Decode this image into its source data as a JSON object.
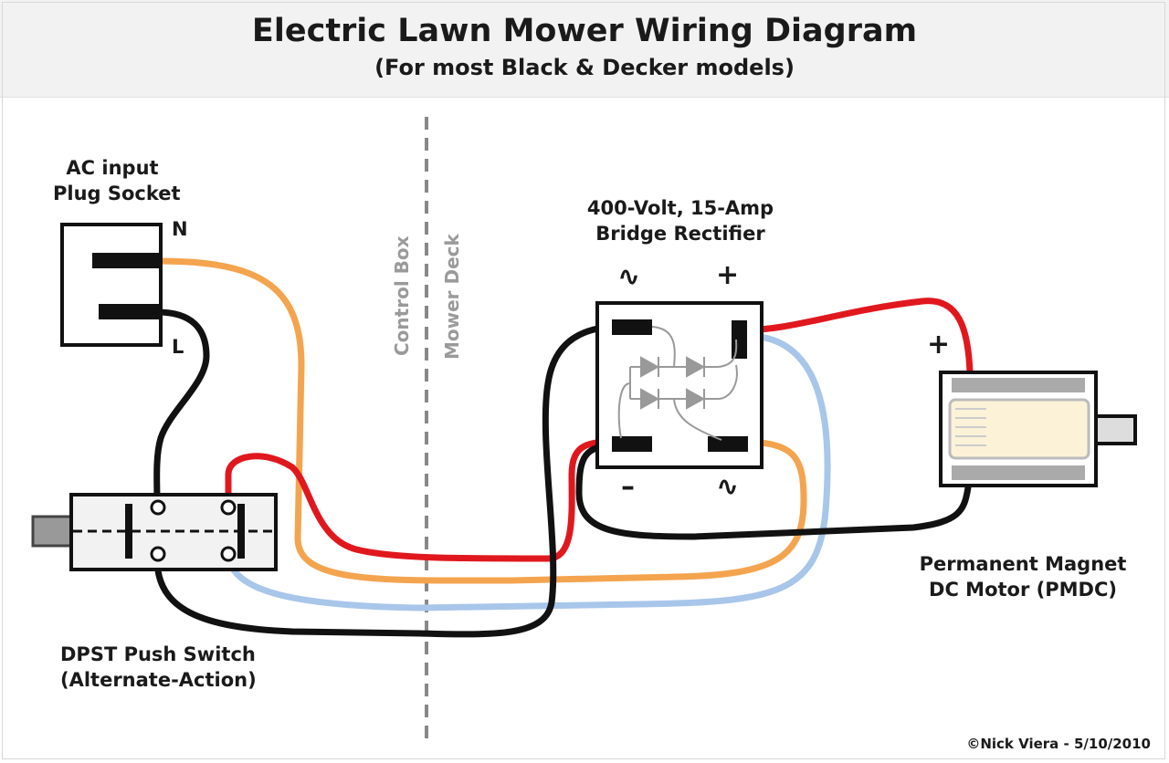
{
  "title": "Electric Lawn Mower Wiring Diagram",
  "subtitle": "(For most Black & Decker models)",
  "plug_socket": {
    "label_line1": "AC input",
    "label_line2": "Plug Socket",
    "terminal_n": "N",
    "terminal_l": "L"
  },
  "divider": {
    "left_label": "Control Box",
    "right_label": "Mower Deck"
  },
  "rectifier": {
    "label_line1": "400-Volt, 15-Amp",
    "label_line2": "Bridge Rectifier",
    "ac_symbol": "∿",
    "positive": "+",
    "negative": "–"
  },
  "motor": {
    "positive": "+",
    "label_line1": "Permanent Magnet",
    "label_line2": "DC Motor (PMDC)"
  },
  "switch": {
    "label_line1": "DPST Push Switch",
    "label_line2": "(Alternate-Action)"
  },
  "credit": "©Nick Viera - 5/10/2010",
  "colors": {
    "wire_black": "#111111",
    "wire_orange": "#f4a44e",
    "wire_red": "#e0181e",
    "wire_blue": "#a8c6ea",
    "divider": "#888888",
    "component_outline": "#111111",
    "diode_gray": "#999999"
  }
}
